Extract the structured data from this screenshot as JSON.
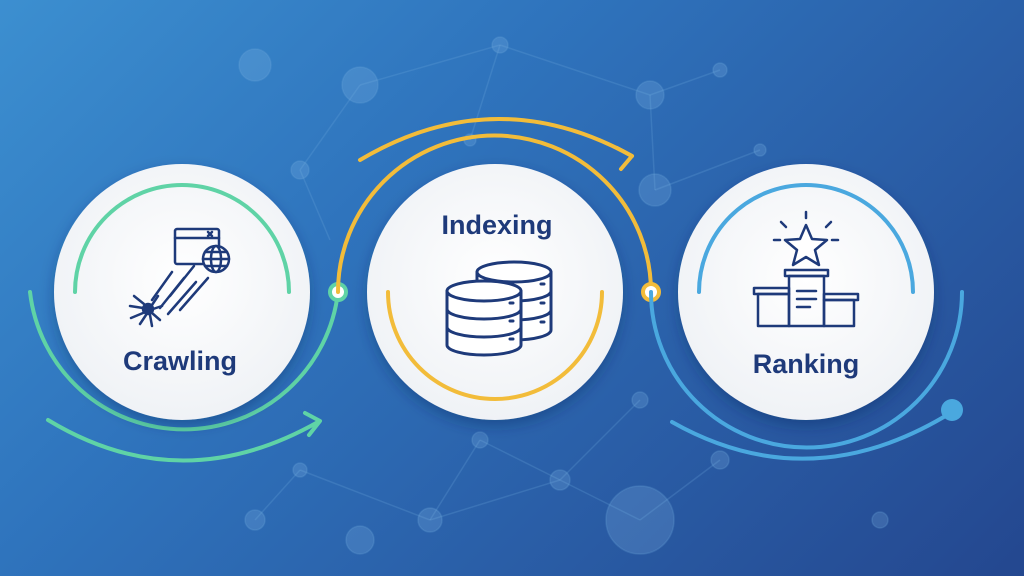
{
  "stages": [
    {
      "label": "Crawling",
      "icon": "spider-crawler-icon",
      "color": "#5fd3a6"
    },
    {
      "label": "Indexing",
      "icon": "database-stack-icon",
      "color": "#f2bc3a"
    },
    {
      "label": "Ranking",
      "icon": "star-podium-icon",
      "color": "#4aa8df"
    }
  ],
  "colors": {
    "background_start": "#3c8fd0",
    "background_end": "#24478f",
    "circle_fill": "#ffffff",
    "label_text": "#1e3a7a",
    "icon_stroke": "#1e3a7a"
  }
}
